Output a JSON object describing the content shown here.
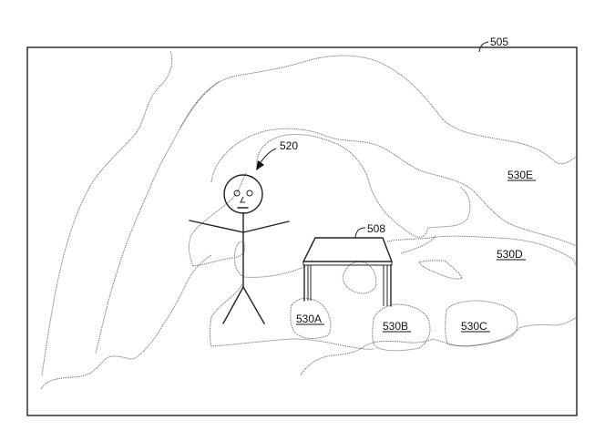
{
  "figure": {
    "reference_numerals": {
      "environment": "505",
      "object": "508",
      "user": "520"
    },
    "zones": [
      {
        "id": "zone-a",
        "label": "530A"
      },
      {
        "id": "zone-b",
        "label": "530B"
      },
      {
        "id": "zone-c",
        "label": "530C"
      },
      {
        "id": "zone-d",
        "label": "530D"
      },
      {
        "id": "zone-e",
        "label": "530E"
      }
    ],
    "colors": {
      "ink": "#222222",
      "contour": "#777777",
      "background": "#ffffff"
    }
  }
}
